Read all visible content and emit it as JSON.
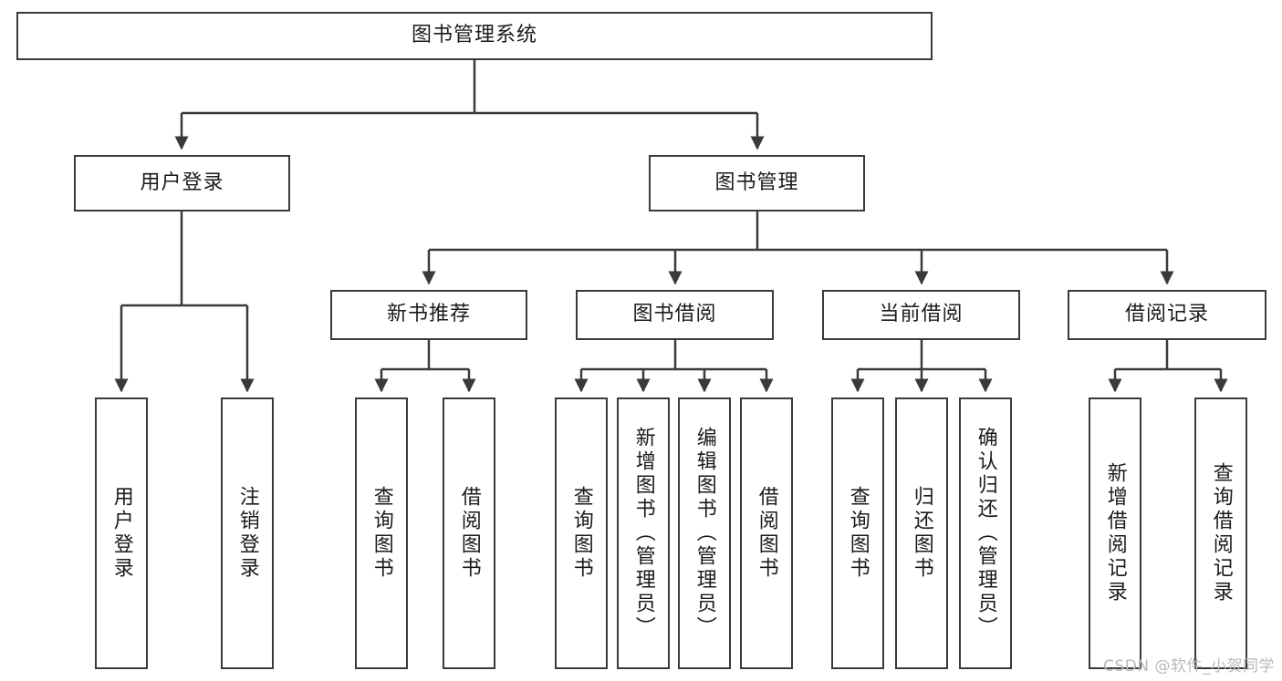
{
  "diagram": {
    "title": "图书管理系统",
    "type": "tree-hierarchy-chart",
    "root": {
      "label": "图书管理系统"
    },
    "level2": [
      {
        "label": "用户登录"
      },
      {
        "label": "图书管理"
      }
    ],
    "level3": [
      {
        "label": "新书推荐"
      },
      {
        "label": "图书借阅"
      },
      {
        "label": "当前借阅"
      },
      {
        "label": "借阅记录"
      }
    ],
    "leaves_user_login": [
      {
        "label": "用户登录"
      },
      {
        "label": "注销登录"
      }
    ],
    "leaves_new_book": [
      {
        "label": "查询图书"
      },
      {
        "label": "借阅图书"
      }
    ],
    "leaves_borrow": [
      {
        "label": "查询图书"
      },
      {
        "label": "新增图书（管理员）"
      },
      {
        "label": "编辑图书（管理员）"
      },
      {
        "label": "借阅图书"
      }
    ],
    "leaves_current": [
      {
        "label": "查询图书"
      },
      {
        "label": "归还图书"
      },
      {
        "label": "确认归还（管理员）"
      }
    ],
    "leaves_record": [
      {
        "label": "新增借阅记录"
      },
      {
        "label": "查询借阅记录"
      }
    ]
  },
  "watermark": {
    "text": "CSDN @软件_小贺同学"
  },
  "colors": {
    "stroke": "#3a3a3a",
    "text": "#1b1b1b",
    "background": "#ffffff",
    "watermark": "#b9b9b9"
  }
}
